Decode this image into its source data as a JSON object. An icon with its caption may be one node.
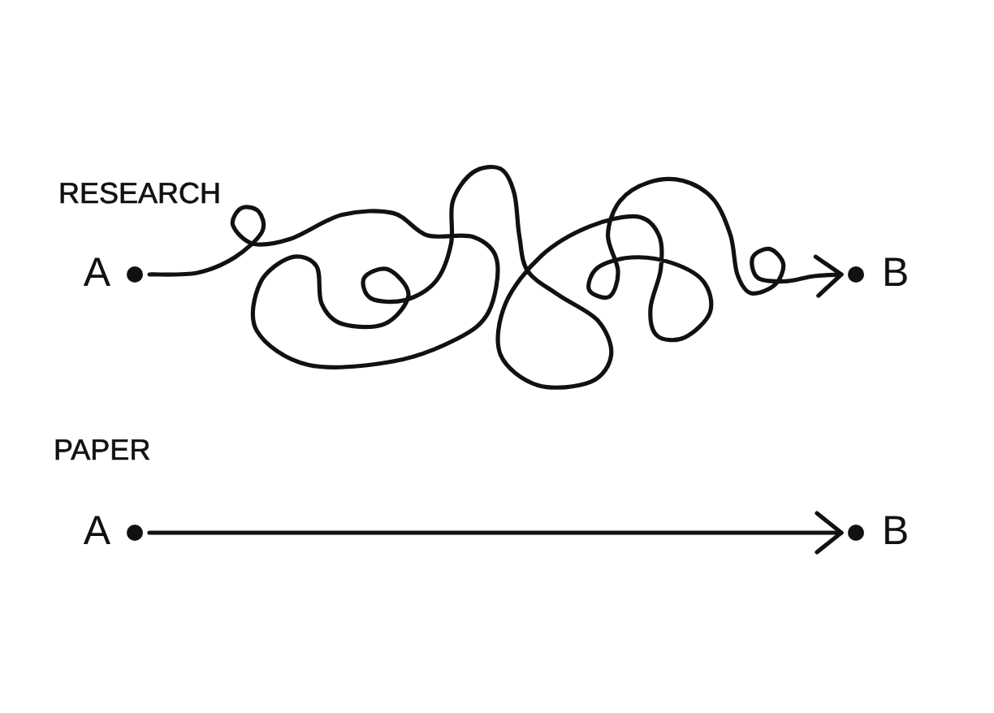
{
  "diagram": {
    "nodes": [
      {
        "text": [],
        "shape": "circle",
        "beside": [
          "A"
        ]
      },
      {
        "text": [],
        "shape": "circle",
        "beside": [
          "B"
        ]
      },
      {
        "text": [],
        "shape": "circle",
        "beside": [
          "A"
        ]
      },
      {
        "text": [],
        "shape": "circle",
        "beside": [
          "B"
        ]
      }
    ],
    "edges": [
      {
        "from": 0,
        "to": 1,
        "arrow": "to"
      },
      {
        "from": 2,
        "to": 3,
        "arrow": "to"
      }
    ],
    "labels": [
      "RESEARCH",
      "PAPER"
    ]
  }
}
